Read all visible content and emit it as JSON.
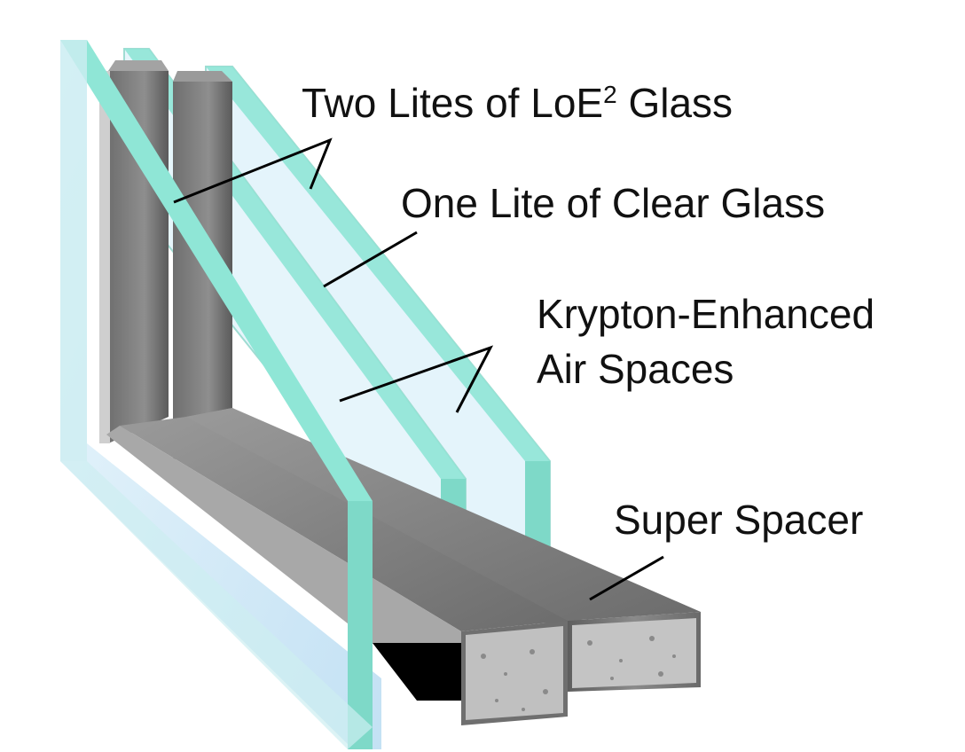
{
  "labels": {
    "lowe_glass_prefix": "Two Lites of LoE",
    "lowe_glass_superscript": "2",
    "lowe_glass_suffix": " Glass",
    "clear_glass": "One Lite of Clear Glass",
    "krypton_line1": "Krypton-Enhanced",
    "krypton_line2": "Air Spaces",
    "spacer": "Super Spacer"
  },
  "colors": {
    "glass_edge": "#8fe6d6",
    "glass_face": "#dff3fb",
    "glass_tint": "#bfe0f4",
    "spacer_gray": "#7d7d7d",
    "spacer_end": "#b8b8b8",
    "leader": "#000000"
  }
}
